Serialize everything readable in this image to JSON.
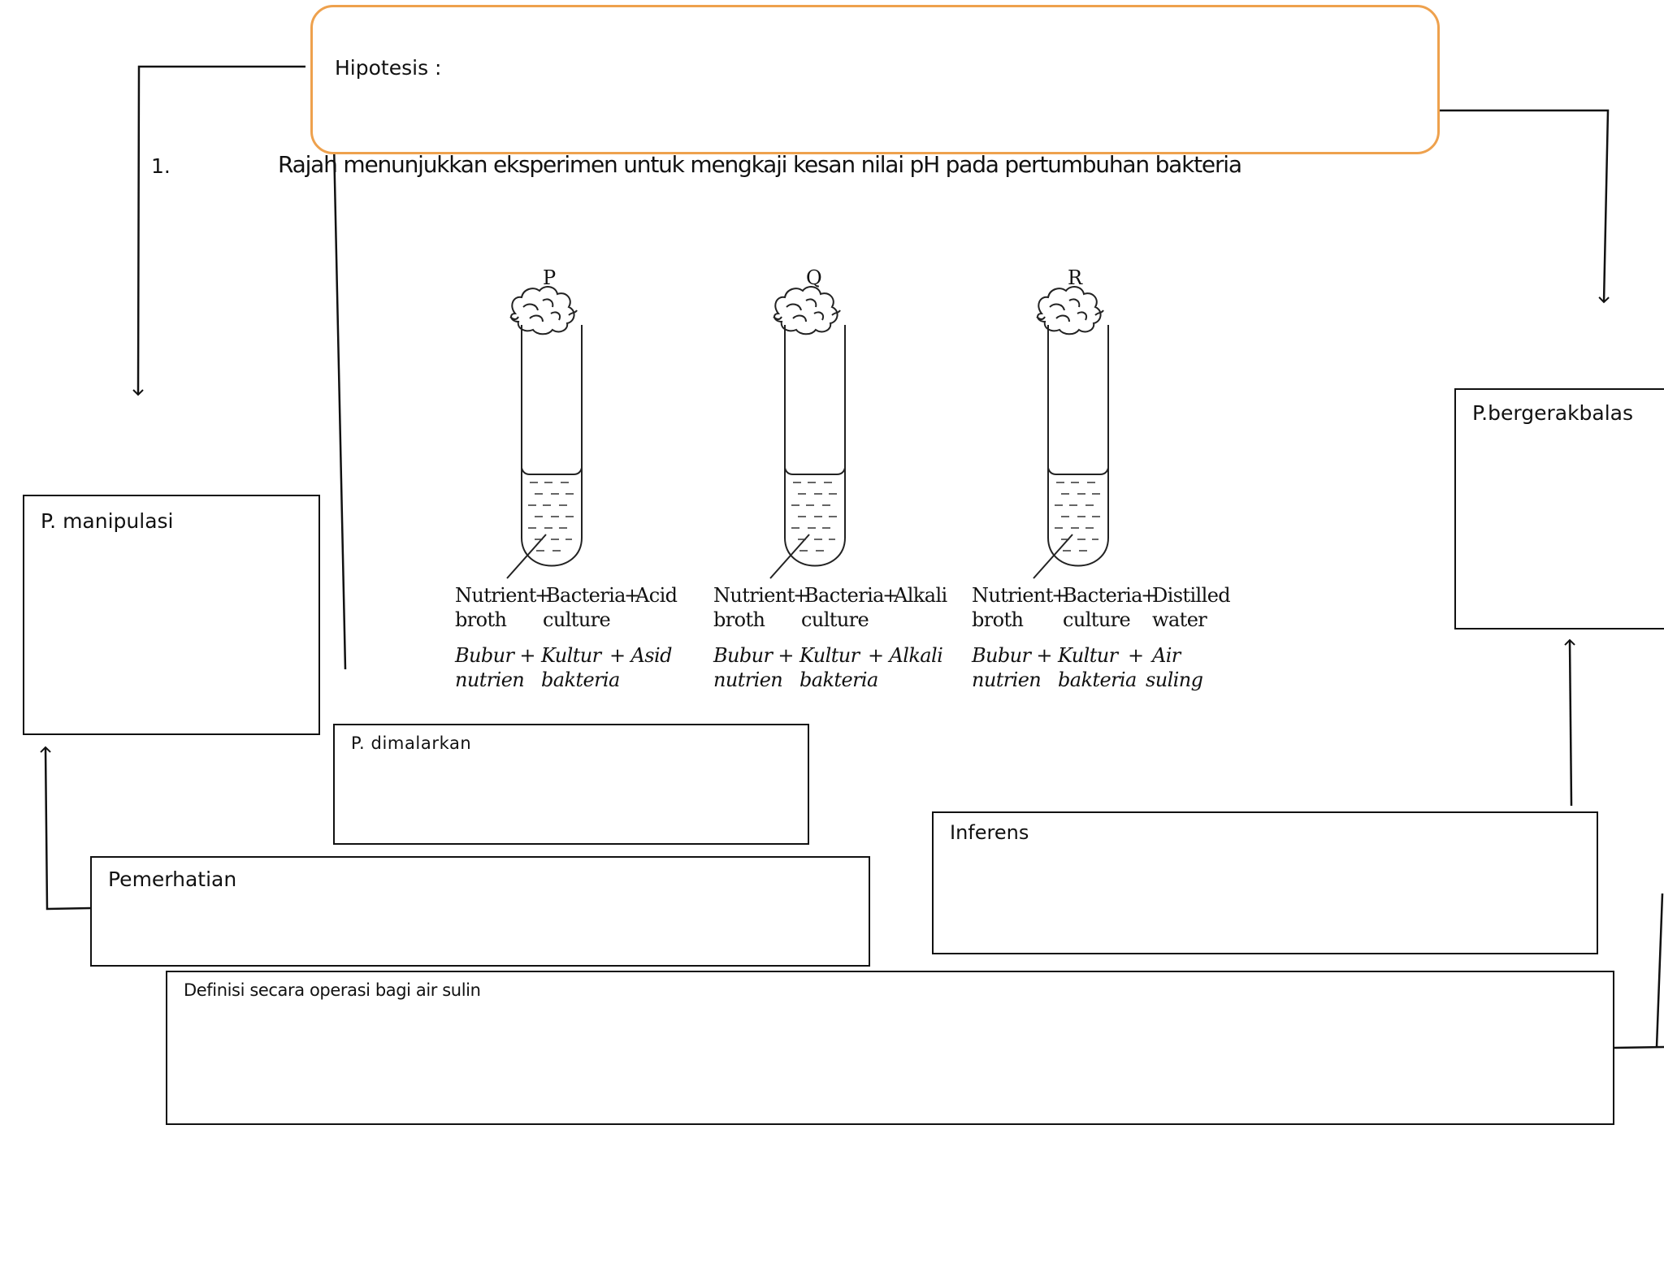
{
  "hipotesis_label": "Hipotesis :",
  "question": {
    "number": "1.",
    "text": "Rajah menunjukkan eksperimen untuk mengkaji kesan nilai pH pada pertumbuhan bakteria"
  },
  "boxes": {
    "manipulasi": "P. manipulasi",
    "bergerakbalas": "P.bergerakbalas",
    "dimalarkan": "P. dimalarkan",
    "pemerhatian": "Pemerhatian",
    "inferens": "Inferens",
    "definisi": "Definisi secara operasi bagi air sulin"
  },
  "tubes": [
    {
      "letter": "P",
      "en_line1": [
        "Nutrient",
        "+",
        "Bacteria",
        "+",
        "Acid"
      ],
      "en_line2": [
        "broth",
        "culture"
      ],
      "ms_line1": [
        "Bubur +",
        "Kultur",
        "+ Asid"
      ],
      "ms_line2": [
        "nutrien",
        "bakteria"
      ]
    },
    {
      "letter": "Q",
      "en_line1": [
        "Nutrient",
        "+",
        "Bacteria",
        "+",
        "Alkali"
      ],
      "en_line2": [
        "broth",
        "culture"
      ],
      "ms_line1": [
        "Bubur +",
        "Kultur",
        "+ Alkali"
      ],
      "ms_line2": [
        "nutrien",
        "bakteria"
      ]
    },
    {
      "letter": "R",
      "en_line1": [
        "Nutrient",
        "+",
        "Bacteria",
        "+",
        "Distilled"
      ],
      "en_line2": [
        "broth",
        "culture",
        "water"
      ],
      "ms_line1": [
        "Bubur +",
        "Kultur",
        "+",
        "Air"
      ],
      "ms_line2": [
        "nutrien",
        "bakteria",
        "suling"
      ]
    }
  ],
  "colors": {
    "hipotesis_border": "#eea14d",
    "line": "#111111"
  }
}
